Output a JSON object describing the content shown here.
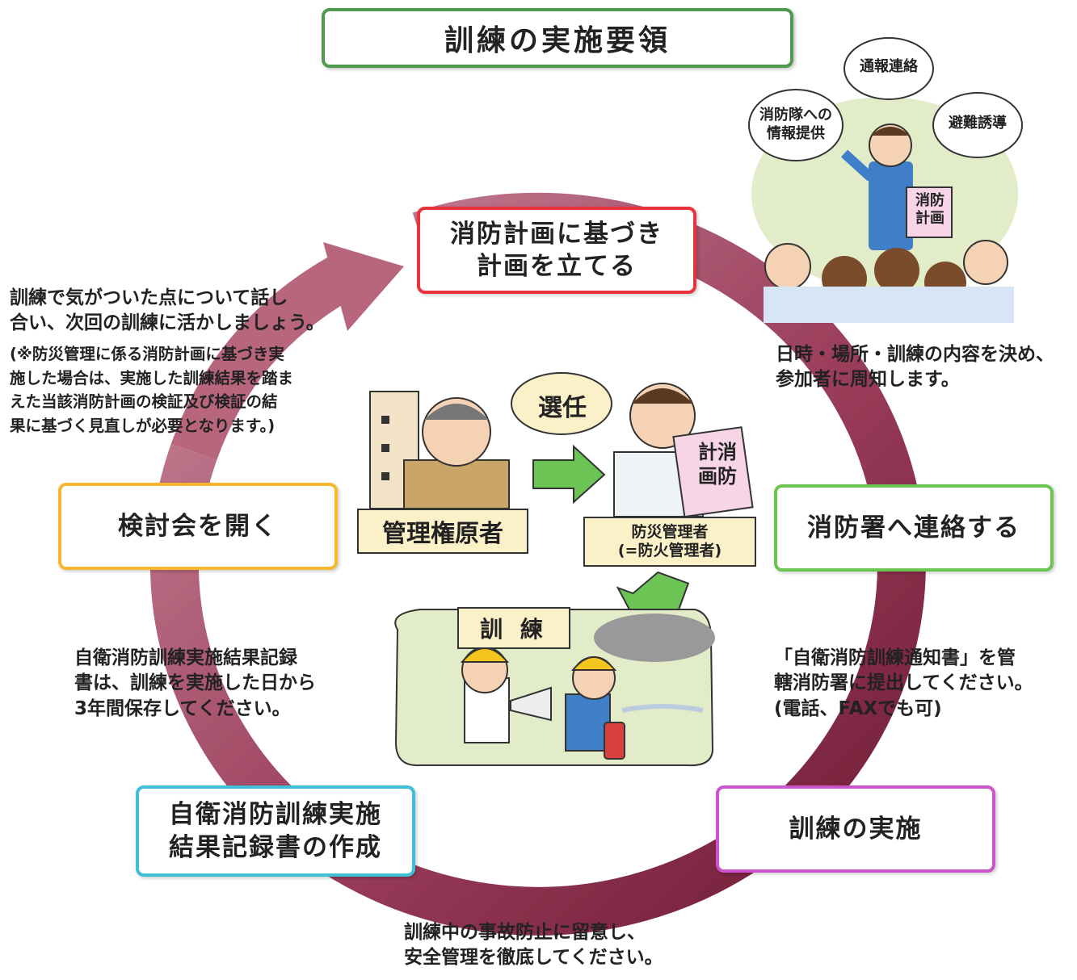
{
  "title": "訓練の実施要領",
  "steps": {
    "plan": {
      "line1": "消防計画に基づき",
      "line2": "計画を立てる"
    },
    "contact": "消防署へ連絡する",
    "conduct": "訓練の実施",
    "record": {
      "line1": "自衛消防訓練実施",
      "line2": "結果記録書の作成"
    },
    "review": "検討会を開く"
  },
  "notes": {
    "decide": [
      "日時・場所・訓練の内容を決め、",
      "参加者に周知します。"
    ],
    "notice": [
      "「自衛消防訓練通知書」を管",
      "轄消防署に提出してください。",
      "(電話、FAXでも可)"
    ],
    "safety": [
      "訓練中の事故防止に留意し、",
      "安全管理を徹底してください。"
    ],
    "storage": [
      "自衛消防訓練実施結果記録",
      "書は、訓練を実施した日から",
      "3年間保存してください。"
    ],
    "discuss": [
      "訓練で気がついた点について話し",
      "合い、次回の訓練に活かしましょう。"
    ],
    "discuss_sub": [
      "(※防災管理に係る消防計画に基づき実",
      "施した場合は、実施した訓練結果を踏ま",
      "えた当該消防計画の検証及び検証の結",
      "果に基づく見直しが必要となります。)"
    ]
  },
  "speech_bubbles": {
    "info": [
      "消防隊への",
      "情報提供"
    ],
    "report": "通報連絡",
    "evac": "避難誘導",
    "appoint": "選任"
  },
  "center": {
    "owner": "管理権原者",
    "manager": [
      "防災管理者",
      "(=防火管理者)"
    ],
    "training": "訓 練",
    "doc": [
      "消防",
      "計画"
    ],
    "doc2": [
      "計消",
      "画防"
    ]
  },
  "colors": {
    "cycle": "#b05a70",
    "cycle_dark": "#7a1e38",
    "plan_border": "#e8323c",
    "contact_border": "#6cc454",
    "conduct_border": "#cc55cc",
    "record_border": "#3fc0d8",
    "review_border": "#f5b830",
    "title_border": "#4f9a4f",
    "label_fill": "#fbf1c9",
    "green_arrow": "#6cc454"
  }
}
